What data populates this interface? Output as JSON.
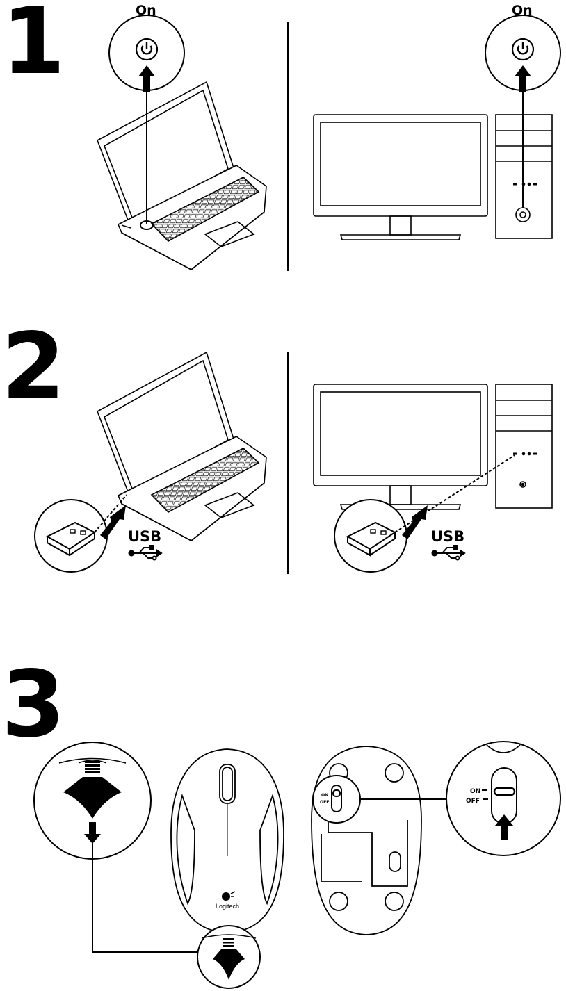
{
  "steps": {
    "step1": "1",
    "step2": "2",
    "step3": "3"
  },
  "power": {
    "laptop_label": "On",
    "desktop_label": "On"
  },
  "usb": {
    "laptop_label": "USB",
    "desktop_label": "USB"
  },
  "switch": {
    "on_small": "ON",
    "off_small": "OFF",
    "on_large": "ON",
    "off_large": "OFF"
  },
  "brand": {
    "logo_text": "Logitech"
  },
  "icons": [
    "power-icon",
    "usb-icon",
    "arrow-up-icon",
    "arrow-down-icon",
    "logitech-logo-icon"
  ]
}
